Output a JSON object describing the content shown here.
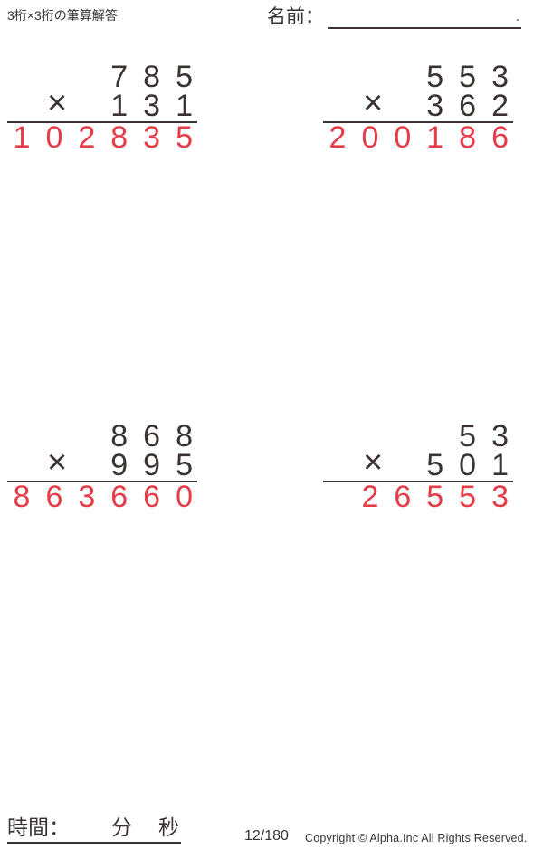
{
  "header": {
    "title": "3桁×3桁の筆算解答",
    "name_label": "名前：",
    "name_line_mark": "."
  },
  "symbols": {
    "times": "×"
  },
  "problems": [
    {
      "multiplicand": "785",
      "multiplier": "131",
      "product": "102835"
    },
    {
      "multiplicand": "553",
      "multiplier": "362",
      "product": "200186"
    },
    {
      "multiplicand": "868",
      "multiplier": "995",
      "product": "863660"
    },
    {
      "multiplicand": "53",
      "multiplier": "501",
      "product": "26553"
    }
  ],
  "footer": {
    "time_label": "時間：",
    "minutes_unit": "分",
    "seconds_unit": "秒",
    "page_number": "12/180",
    "copyright": "Copyright © Alpha.Inc All Rights Reserved."
  },
  "colors": {
    "ink": "#3a3331",
    "answer_red": "#e63c47"
  }
}
